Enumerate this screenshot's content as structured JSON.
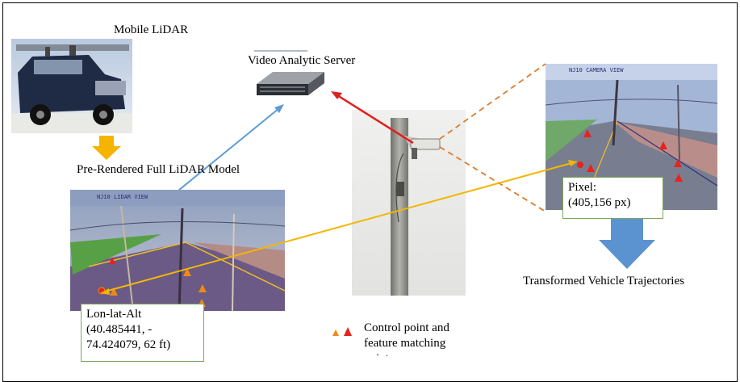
{
  "labels": {
    "mobile_lidar": "Mobile LiDAR",
    "video_server": "Video Analytic Server",
    "pre_rendered": "Pre-Rendered Full LiDAR Model",
    "transformed": "Transformed Vehicle Trajectories",
    "legend_text": [
      "Control point and",
      "feature matching",
      "point"
    ]
  },
  "pixel_box": {
    "title": "Pixel:",
    "value": "(405,156 px)"
  },
  "lonlat_box": {
    "title": "Lon-lat-Alt",
    "line1": "(40.485441, -",
    "line2": "74.424079, 62 ft)"
  },
  "colors": {
    "blue_arrow": "#5b9bd5",
    "red_arrow": "#e0201e",
    "orange_dash": "#e07b2a",
    "yellow_line": "#f2b705",
    "down_arrow_yellow": "#f5b400",
    "down_arrow_blue": "#5b93d1",
    "marker_red": "#e8231c",
    "marker_orange": "#f08a14",
    "box_border": "#7aa85a"
  }
}
